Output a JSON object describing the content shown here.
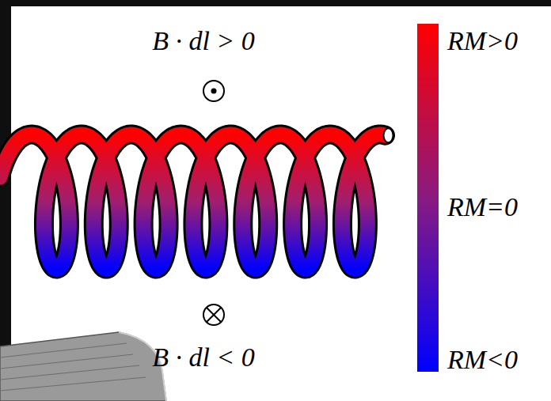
{
  "diagram": {
    "labels": [
      "B · dl > 0",
      "B · dl < 0",
      "RM>0",
      "RM=0",
      "RM<0"
    ]
  }
}
